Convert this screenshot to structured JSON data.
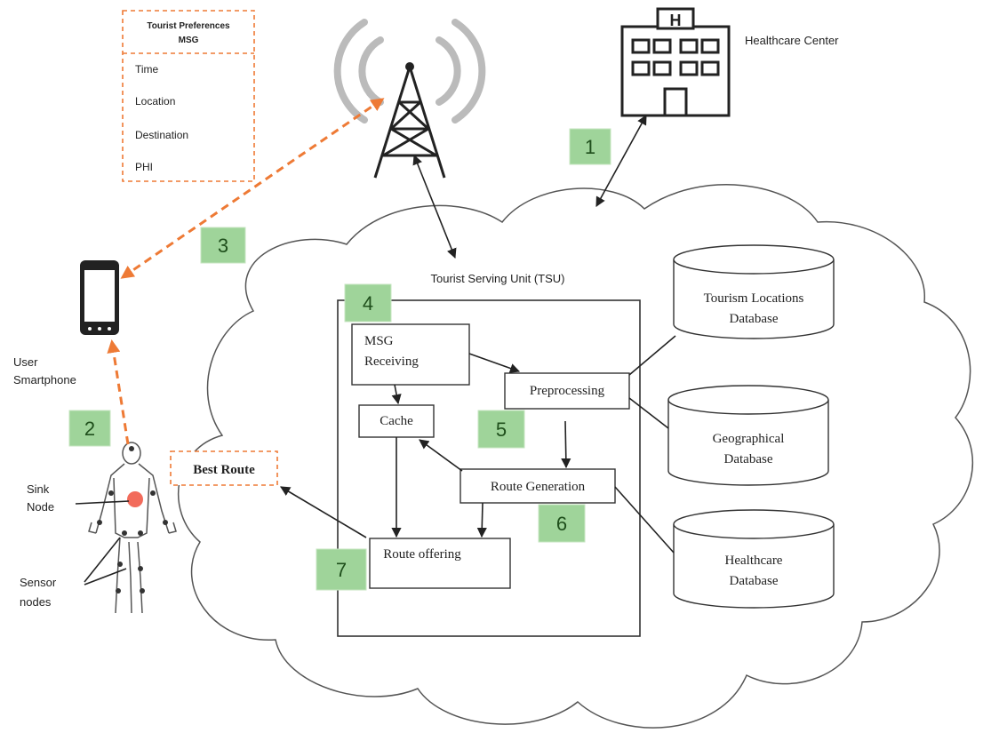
{
  "msg_card": {
    "title_line1": "Tourist Preferences",
    "title_line2": "MSG",
    "fields": [
      "Time",
      "Location",
      "Destination",
      "PHI"
    ]
  },
  "healthcare_center": "Healthcare Center",
  "tsu_label": "Tourist Serving Unit (TSU)",
  "user_smartphone": {
    "line1": "User",
    "line2": "Smartphone"
  },
  "sink_node": {
    "line1": "Sink",
    "line2": "Node"
  },
  "sensor_nodes": {
    "line1": "Sensor",
    "line2": "nodes"
  },
  "best_route": "Best Route",
  "modules": {
    "msg_receiving": {
      "line1": "MSG",
      "line2": "Receiving"
    },
    "cache": "Cache",
    "preprocessing": "Preprocessing",
    "route_generation": "Route Generation",
    "route_offering": "Route offering"
  },
  "databases": {
    "tourism": {
      "line1": "Tourism Locations",
      "line2": "Database"
    },
    "geographical": {
      "line1": "Geographical",
      "line2": "Database"
    },
    "healthcare": {
      "line1": "Healthcare",
      "line2": "Database"
    }
  },
  "steps": [
    "1",
    "2",
    "3",
    "4",
    "5",
    "6",
    "7"
  ],
  "colors": {
    "step_badge": "#9fd49a",
    "wireless_link": "#ee7a35",
    "sink_node": "#f26b5b"
  }
}
